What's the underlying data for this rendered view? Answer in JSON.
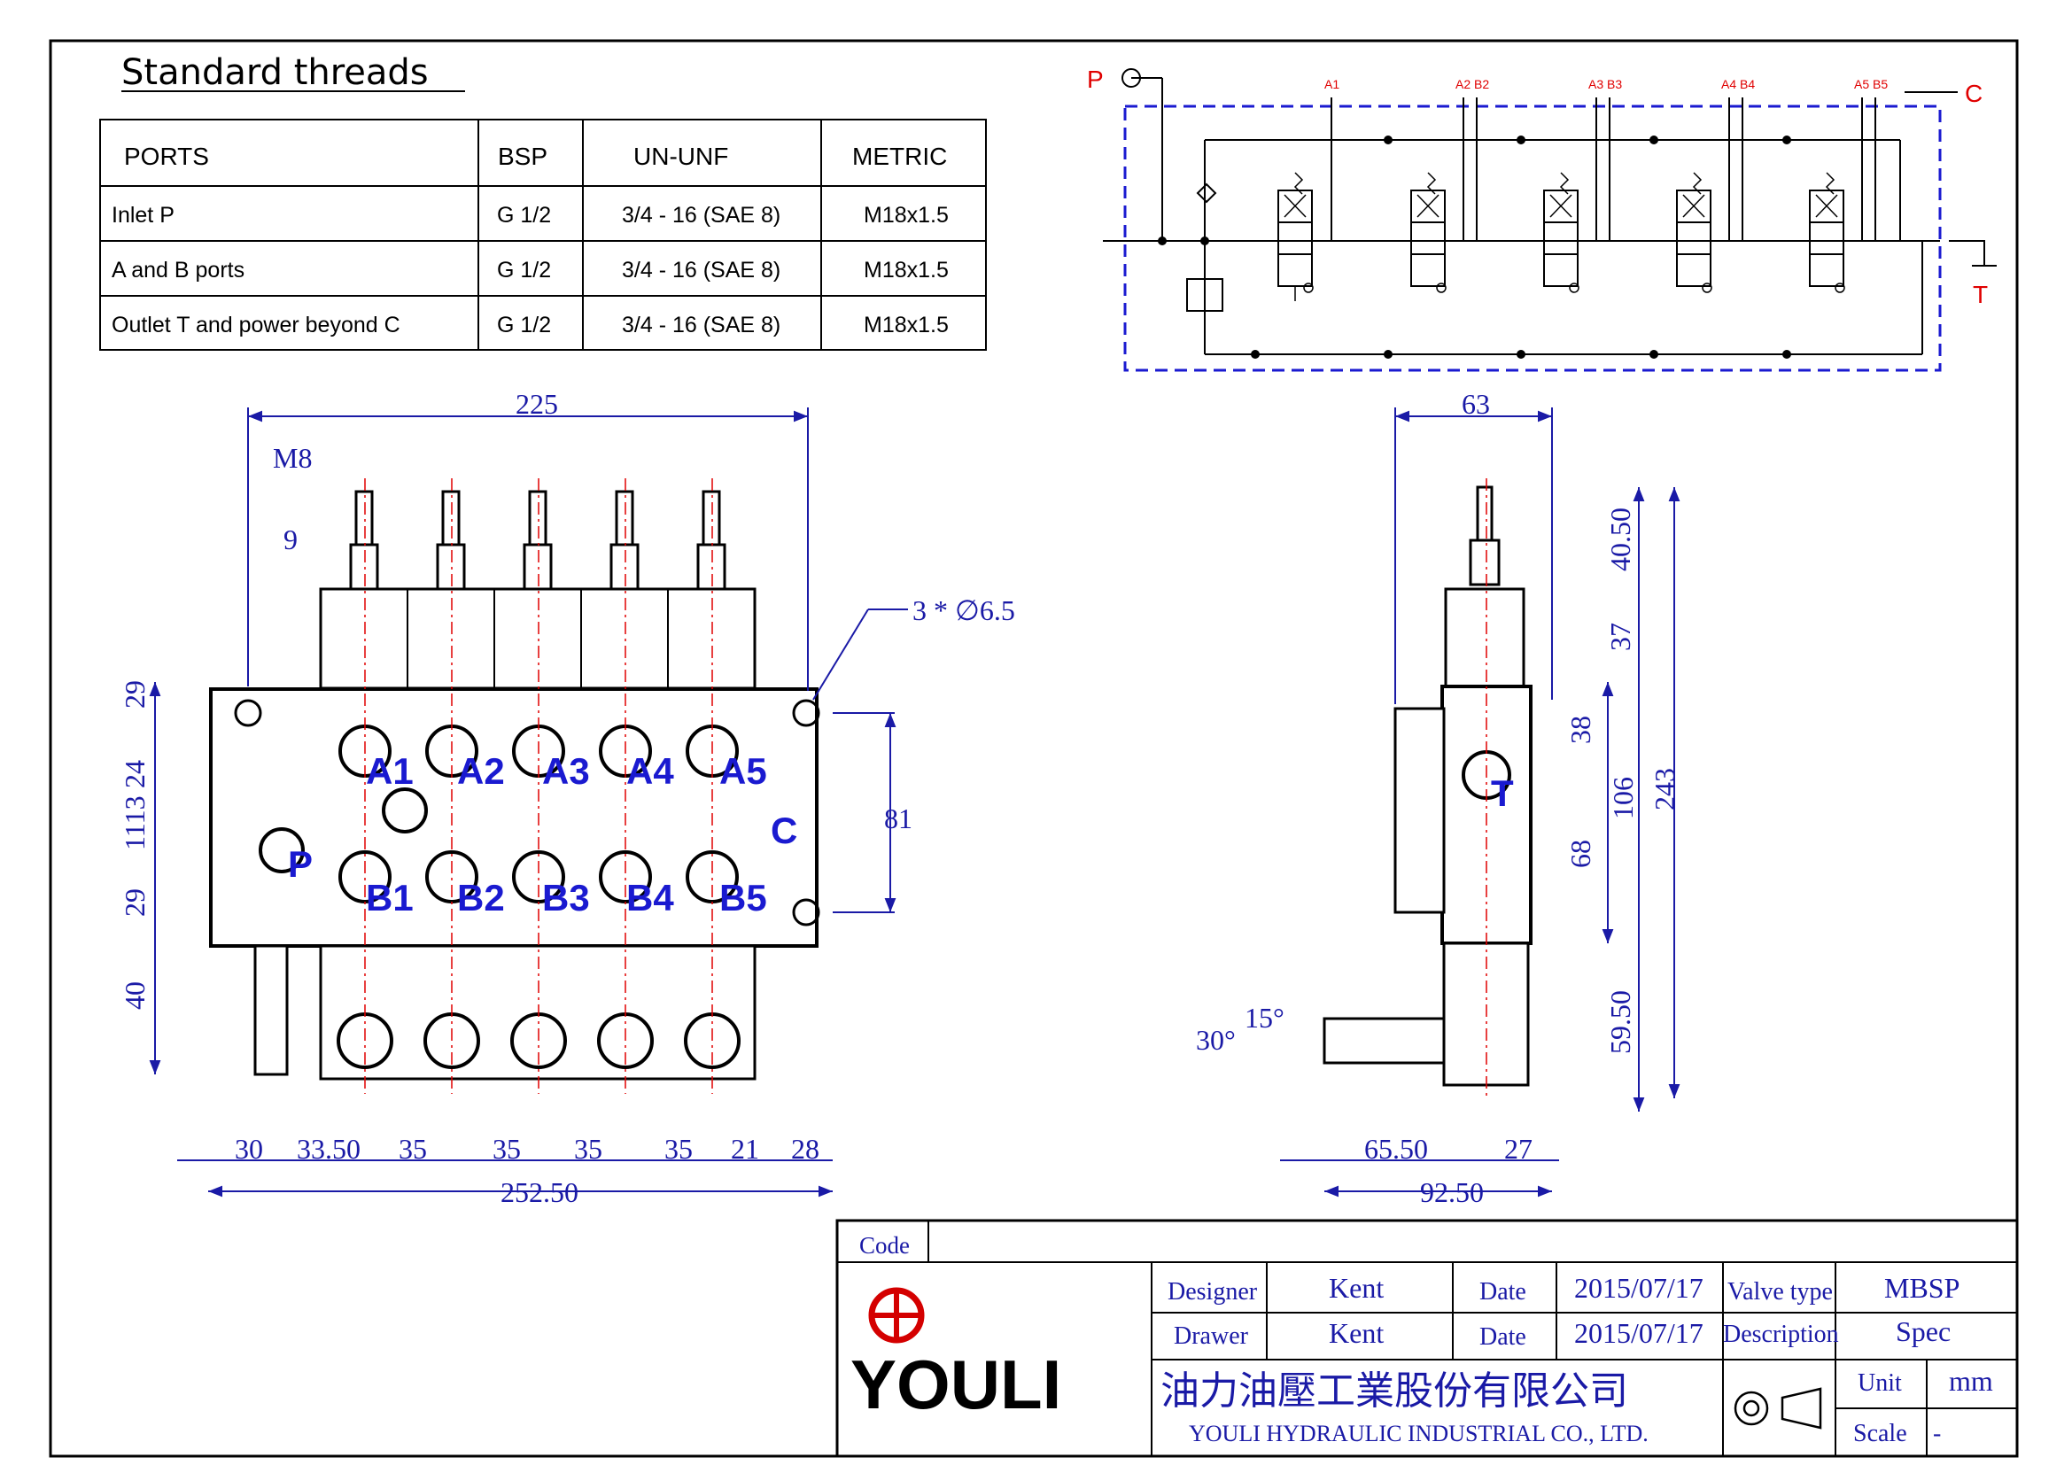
{
  "threads": {
    "title": "Standard threads",
    "headers": [
      "PORTS",
      "BSP",
      "UN-UNF",
      "METRIC"
    ],
    "rows": [
      [
        "Inlet P",
        "G 1/2",
        "3/4 - 16 (SAE 8)",
        "M18x1.5"
      ],
      [
        "A and B ports",
        "G 1/2",
        "3/4 - 16 (SAE 8)",
        "M18x1.5"
      ],
      [
        "Outlet T and power beyond C",
        "G 1/2",
        "3/4 - 16 (SAE 8)",
        "M18x1.5"
      ]
    ]
  },
  "schematic": {
    "p_label": "P",
    "c_label": "C",
    "t_label": "T",
    "port_labels": [
      "A1",
      "A2 B2",
      "A3 B3",
      "A4 B4",
      "A5 B5"
    ]
  },
  "front_view": {
    "dim_overall_width": "225",
    "dim_m8": "M8",
    "dim_9": "9",
    "holes": "3 * ∅6.5",
    "port_a": [
      "A1",
      "A2",
      "A3",
      "A4",
      "A5"
    ],
    "port_b": [
      "B1",
      "B2",
      "B3",
      "B4",
      "B5"
    ],
    "port_p": "P",
    "port_c": "C",
    "left_dims": [
      "29",
      "24",
      "1113",
      "29",
      "40"
    ],
    "right_dim": "81",
    "bottom_dims": [
      "30",
      "33.50",
      "35",
      "35",
      "35",
      "35",
      "21",
      "28"
    ],
    "bottom_total": "252.50"
  },
  "side_view": {
    "dim_top": "63",
    "dims_right_inner": [
      "40.50",
      "37",
      "38",
      "68",
      "59.50"
    ],
    "dim_106": "106",
    "dim_243": "243",
    "port_t": "T",
    "angle_30": "30°",
    "angle_15": "15°",
    "dim_65_50": "65.50",
    "dim_27": "27",
    "dim_92_50": "92.50"
  },
  "title_block": {
    "code_label": "Code",
    "company_logo": "YOULI",
    "designer_label": "Designer",
    "designer": "Kent",
    "drawer_label": "Drawer",
    "drawer": "Kent",
    "date_label": "Date",
    "date1": "2015/07/17",
    "date2": "2015/07/17",
    "valve_type_label": "Valve type",
    "valve_type": "MBSP",
    "description_label": "Description",
    "description": "Spec",
    "company_cn": "油力油壓工業股份有限公司",
    "company_en": "YOULI HYDRAULIC INDUSTRIAL CO., LTD.",
    "unit_label": "Unit",
    "unit": "mm",
    "scale_label": "Scale",
    "scale": "-"
  },
  "colors": {
    "dim": "#1a1aa6",
    "port": "#1a1ad0",
    "schem_red": "#e00000",
    "logo_red": "#d40000"
  }
}
